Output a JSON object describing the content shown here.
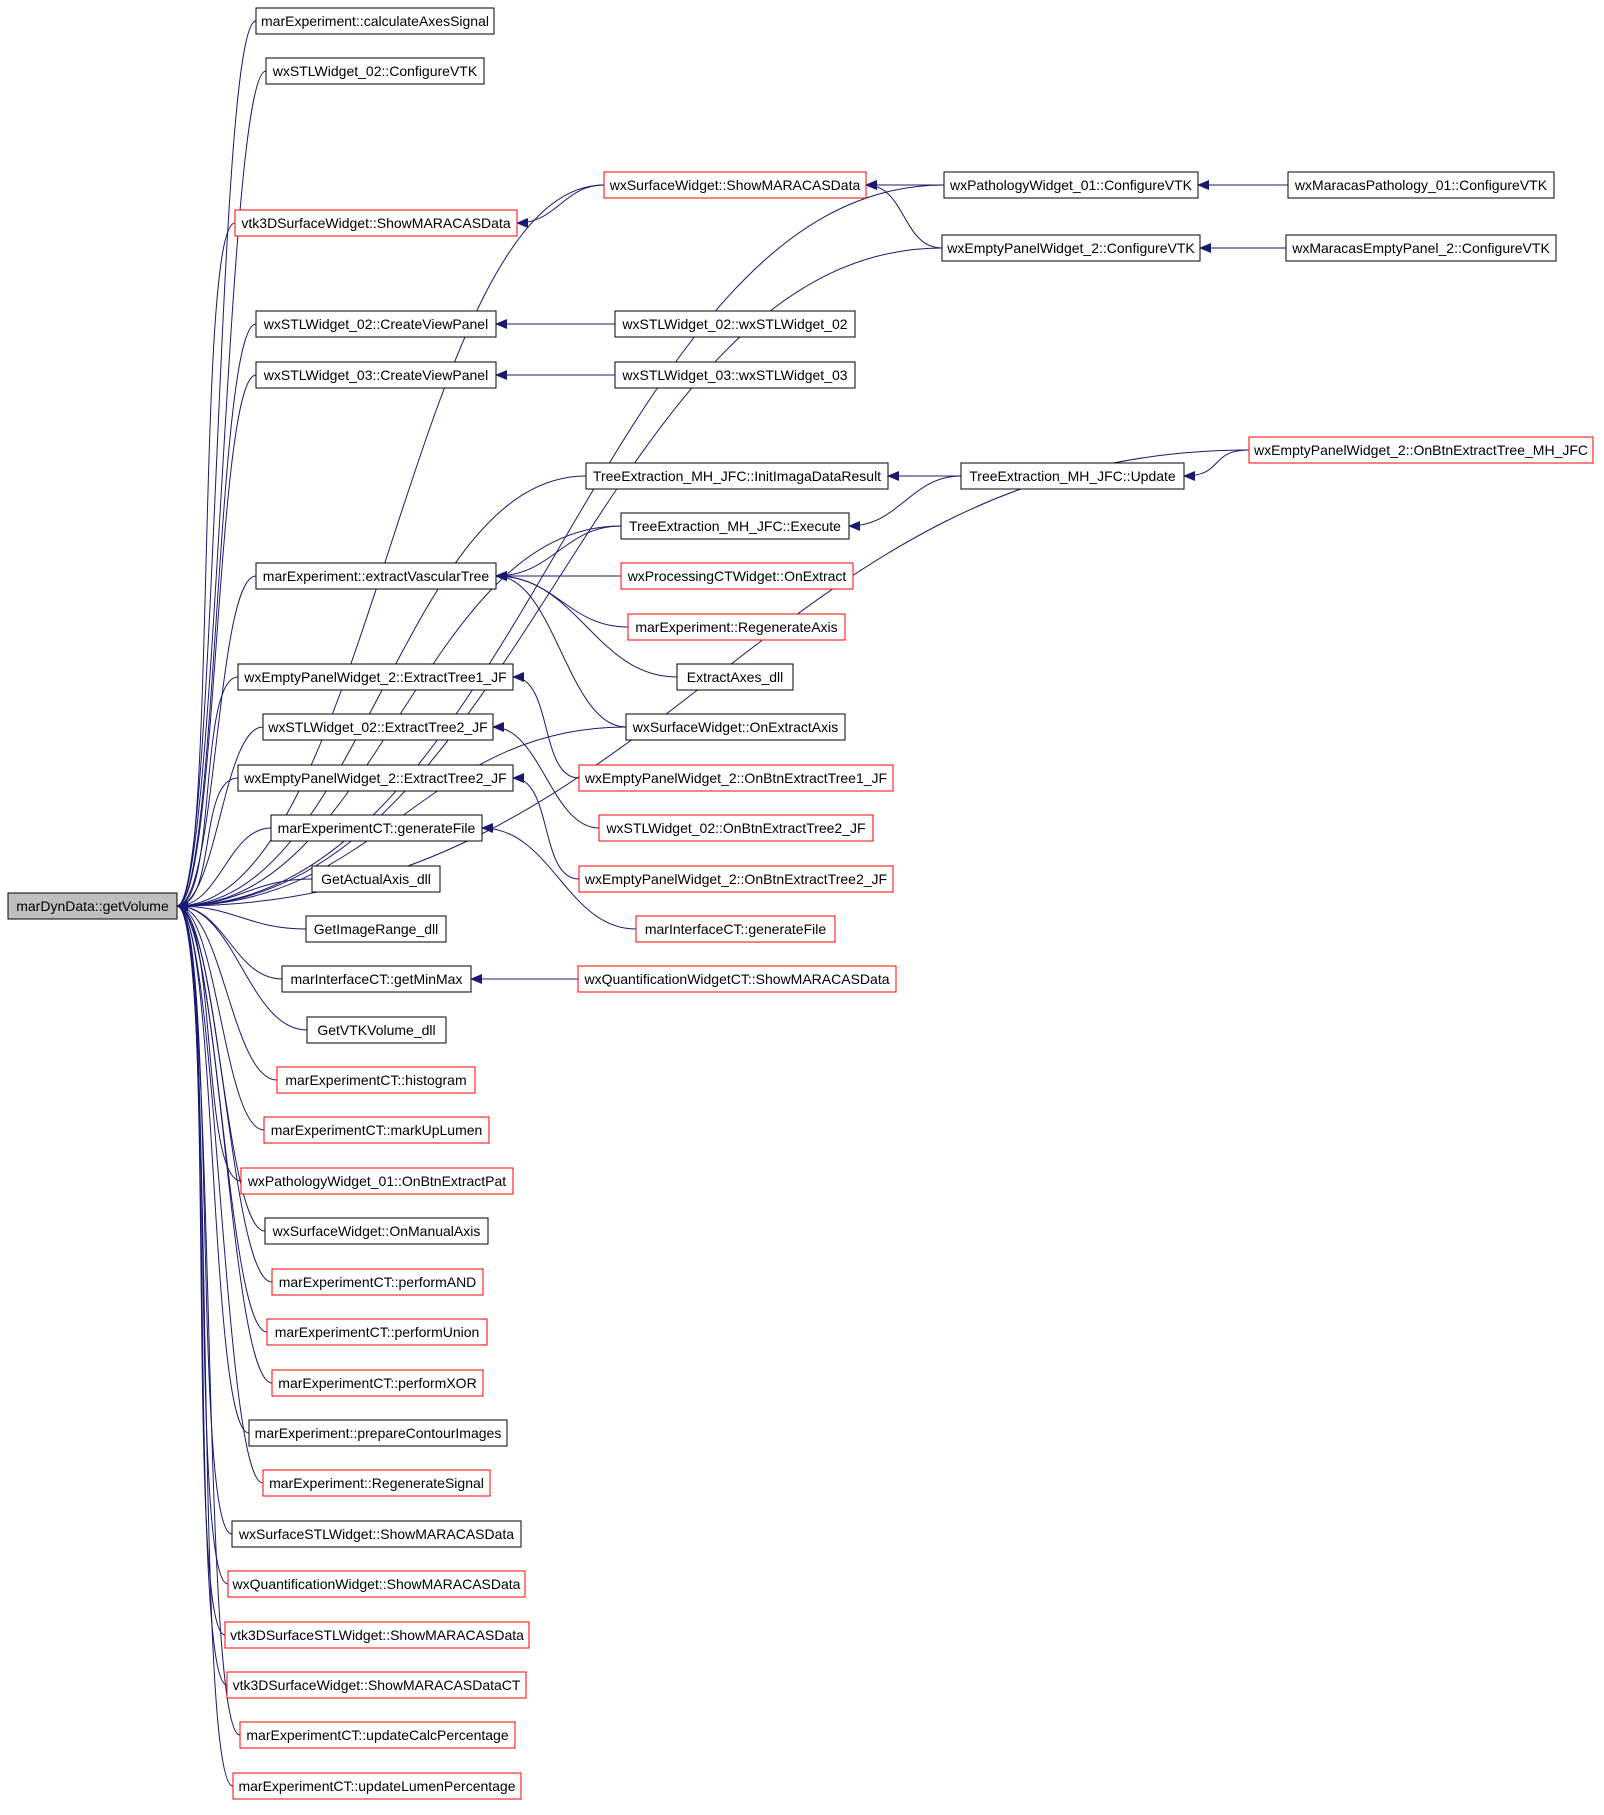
{
  "colors": {
    "edge": "#191970",
    "border_normal": "#000000",
    "border_truncated": "#ff0000",
    "root_fill": "#bfbfbf",
    "node_fill": "#ffffff",
    "text": "#000000"
  },
  "root": {
    "id": "root",
    "label": "marDynData::getVolume"
  },
  "nodes": [
    {
      "id": "n1",
      "label": "marExperiment::calculateAxesSignal",
      "truncated": false
    },
    {
      "id": "n2",
      "label": "wxSTLWidget_02::ConfigureVTK",
      "truncated": false
    },
    {
      "id": "n3",
      "label": "wxSurfaceWidget::ShowMARACASData",
      "truncated": true
    },
    {
      "id": "n4",
      "label": "vtk3DSurfaceWidget::ShowMARACASData",
      "truncated": true
    },
    {
      "id": "n5",
      "label": "wxPathologyWidget_01::ConfigureVTK",
      "truncated": false
    },
    {
      "id": "n6",
      "label": "wxMaracasPathology_01::ConfigureVTK",
      "truncated": false
    },
    {
      "id": "n7",
      "label": "wxEmptyPanelWidget_2::ConfigureVTK",
      "truncated": false
    },
    {
      "id": "n8",
      "label": "wxMaracasEmptyPanel_2::ConfigureVTK",
      "truncated": false
    },
    {
      "id": "n9",
      "label": "wxSTLWidget_02::CreateViewPanel",
      "truncated": false
    },
    {
      "id": "n10",
      "label": "wxSTLWidget_02::wxSTLWidget_02",
      "truncated": false
    },
    {
      "id": "n11",
      "label": "wxSTLWidget_03::CreateViewPanel",
      "truncated": false
    },
    {
      "id": "n12",
      "label": "wxSTLWidget_03::wxSTLWidget_03",
      "truncated": false
    },
    {
      "id": "n13",
      "label": "wxEmptyPanelWidget_2::OnBtnExtractTree_MH_JFC",
      "truncated": true
    },
    {
      "id": "n14",
      "label": "TreeExtraction_MH_JFC::InitImagaDataResult",
      "truncated": false
    },
    {
      "id": "n15",
      "label": "TreeExtraction_MH_JFC::Update",
      "truncated": false
    },
    {
      "id": "n16",
      "label": "TreeExtraction_MH_JFC::Execute",
      "truncated": false
    },
    {
      "id": "n17",
      "label": "marExperiment::extractVascularTree",
      "truncated": false
    },
    {
      "id": "n18",
      "label": "wxProcessingCTWidget::OnExtract",
      "truncated": true
    },
    {
      "id": "n19",
      "label": "marExperiment::RegenerateAxis",
      "truncated": true
    },
    {
      "id": "n20",
      "label": "ExtractAxes_dll",
      "truncated": false
    },
    {
      "id": "n21",
      "label": "wxEmptyPanelWidget_2::ExtractTree1_JF",
      "truncated": false
    },
    {
      "id": "n22",
      "label": "wxSurfaceWidget::OnExtractAxis",
      "truncated": false
    },
    {
      "id": "n23",
      "label": "wxSTLWidget_02::ExtractTree2_JF",
      "truncated": false
    },
    {
      "id": "n24",
      "label": "wxEmptyPanelWidget_2::OnBtnExtractTree1_JF",
      "truncated": true
    },
    {
      "id": "n25",
      "label": "wxEmptyPanelWidget_2::ExtractTree2_JF",
      "truncated": false
    },
    {
      "id": "n26",
      "label": "wxSTLWidget_02::OnBtnExtractTree2_JF",
      "truncated": true
    },
    {
      "id": "n27",
      "label": "marExperimentCT::generateFile",
      "truncated": false
    },
    {
      "id": "n28",
      "label": "wxEmptyPanelWidget_2::OnBtnExtractTree2_JF",
      "truncated": true
    },
    {
      "id": "n29",
      "label": "GetActualAxis_dll",
      "truncated": false
    },
    {
      "id": "n30",
      "label": "marInterfaceCT::generateFile",
      "truncated": true
    },
    {
      "id": "n31",
      "label": "GetImageRange_dll",
      "truncated": false
    },
    {
      "id": "n32",
      "label": "marInterfaceCT::getMinMax",
      "truncated": false
    },
    {
      "id": "n33",
      "label": "wxQuantificationWidgetCT::ShowMARACASData",
      "truncated": true
    },
    {
      "id": "n34",
      "label": "GetVTKVolume_dll",
      "truncated": false
    },
    {
      "id": "n35",
      "label": "marExperimentCT::histogram",
      "truncated": true
    },
    {
      "id": "n36",
      "label": "marExperimentCT::markUpLumen",
      "truncated": true
    },
    {
      "id": "n37",
      "label": "wxPathologyWidget_01::OnBtnExtractPat",
      "truncated": true
    },
    {
      "id": "n38",
      "label": "wxSurfaceWidget::OnManualAxis",
      "truncated": false
    },
    {
      "id": "n39",
      "label": "marExperimentCT::performAND",
      "truncated": true
    },
    {
      "id": "n40",
      "label": "marExperimentCT::performUnion",
      "truncated": true
    },
    {
      "id": "n41",
      "label": "marExperimentCT::performXOR",
      "truncated": true
    },
    {
      "id": "n42",
      "label": "marExperiment::prepareContourImages",
      "truncated": false
    },
    {
      "id": "n43",
      "label": "marExperiment::RegenerateSignal",
      "truncated": true
    },
    {
      "id": "n44",
      "label": "wxSurfaceSTLWidget::ShowMARACASData",
      "truncated": false
    },
    {
      "id": "n45",
      "label": "wxQuantificationWidget::ShowMARACASData",
      "truncated": true
    },
    {
      "id": "n46",
      "label": "vtk3DSurfaceSTLWidget::ShowMARACASData",
      "truncated": true
    },
    {
      "id": "n47",
      "label": "vtk3DSurfaceWidget::ShowMARACASDataCT",
      "truncated": true
    },
    {
      "id": "n48",
      "label": "marExperimentCT::updateCalcPercentage",
      "truncated": true
    },
    {
      "id": "n49",
      "label": "marExperimentCT::updateLumenPercentage",
      "truncated": true
    }
  ],
  "edges": [
    [
      "n1",
      "root"
    ],
    [
      "n2",
      "root"
    ],
    [
      "n3",
      "root"
    ],
    [
      "n4",
      "root"
    ],
    [
      "n5",
      "root"
    ],
    [
      "n7",
      "root"
    ],
    [
      "n9",
      "root"
    ],
    [
      "n11",
      "root"
    ],
    [
      "n13",
      "root"
    ],
    [
      "n14",
      "root"
    ],
    [
      "n16",
      "root"
    ],
    [
      "n17",
      "root"
    ],
    [
      "n21",
      "root"
    ],
    [
      "n22",
      "root"
    ],
    [
      "n23",
      "root"
    ],
    [
      "n25",
      "root"
    ],
    [
      "n27",
      "root"
    ],
    [
      "n29",
      "root"
    ],
    [
      "n31",
      "root"
    ],
    [
      "n32",
      "root"
    ],
    [
      "n34",
      "root"
    ],
    [
      "n35",
      "root"
    ],
    [
      "n36",
      "root"
    ],
    [
      "n37",
      "root"
    ],
    [
      "n38",
      "root"
    ],
    [
      "n39",
      "root"
    ],
    [
      "n40",
      "root"
    ],
    [
      "n41",
      "root"
    ],
    [
      "n42",
      "root"
    ],
    [
      "n43",
      "root"
    ],
    [
      "n44",
      "root"
    ],
    [
      "n45",
      "root"
    ],
    [
      "n46",
      "root"
    ],
    [
      "n47",
      "root"
    ],
    [
      "n48",
      "root"
    ],
    [
      "n49",
      "root"
    ],
    [
      "n3",
      "n4"
    ],
    [
      "n5",
      "n3"
    ],
    [
      "n7",
      "n3"
    ],
    [
      "n6",
      "n5"
    ],
    [
      "n8",
      "n7"
    ],
    [
      "n10",
      "n9"
    ],
    [
      "n12",
      "n11"
    ],
    [
      "n15",
      "n14"
    ],
    [
      "n15",
      "n16"
    ],
    [
      "n13",
      "n15"
    ],
    [
      "n16",
      "n17"
    ],
    [
      "n18",
      "n17"
    ],
    [
      "n19",
      "n17"
    ],
    [
      "n20",
      "n17"
    ],
    [
      "n22",
      "n17"
    ],
    [
      "n24",
      "n21"
    ],
    [
      "n26",
      "n23"
    ],
    [
      "n28",
      "n25"
    ],
    [
      "n30",
      "n27"
    ],
    [
      "n33",
      "n32"
    ]
  ]
}
